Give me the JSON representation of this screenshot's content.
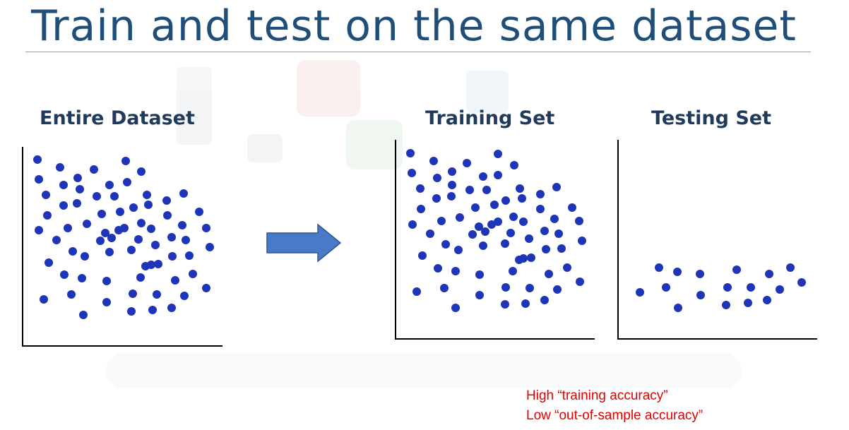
{
  "slide": {
    "title": "Train and test on the same dataset"
  },
  "panels": {
    "entire": {
      "label": "Entire Dataset"
    },
    "training": {
      "label": "Training Set"
    },
    "testing": {
      "label": "Testing Set"
    }
  },
  "notes": {
    "line1": "High “training accuracy”",
    "line2": "Low “out-of-sample accuracy”"
  },
  "colors": {
    "title": "#1f4e79",
    "label": "#1f3a5a",
    "point": "#1f35b8",
    "arrow_fill": "#4a79c8",
    "arrow_stroke": "#2f5597",
    "note": "#e00000"
  },
  "icons": {
    "arrow": "right-arrow-icon"
  }
}
